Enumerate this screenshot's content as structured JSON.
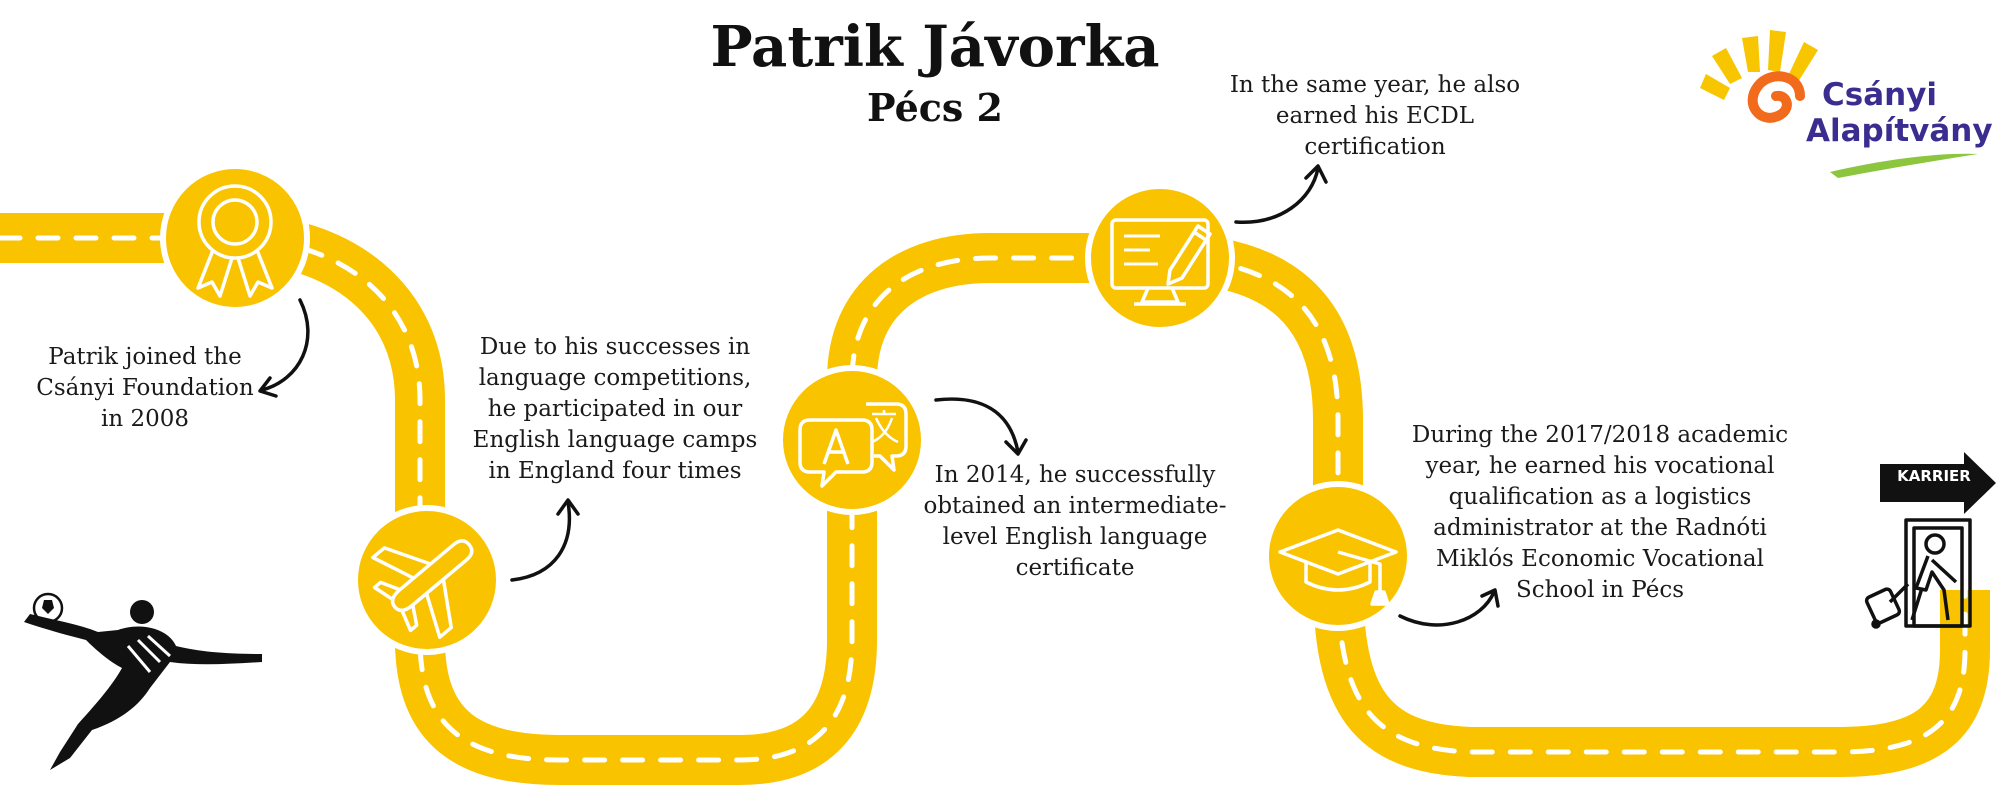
{
  "header": {
    "title": "Patrik Jávorka",
    "subtitle": "Pécs 2"
  },
  "logo": {
    "line1": "Csányi",
    "line2": "Alapítvány",
    "colors": {
      "sun": "#f7c600",
      "swirl": "#f26a1b",
      "text": "#3b2d8f",
      "swoosh": "#8cc63f"
    }
  },
  "colors": {
    "road": "#f9c300",
    "dash": "#ffffff",
    "ink": "#111111"
  },
  "milestones": [
    {
      "icon": "ribbon-award-icon",
      "text": "Patrik joined the\nCsányi Foundation\nin 2008"
    },
    {
      "icon": "airplane-icon",
      "text": "Due to his successes in\nlanguage competitions,\nhe participated in our\nEnglish language camps\nin England four times"
    },
    {
      "icon": "translate-bubbles-icon",
      "text": "In 2014, he successfully\nobtained an intermediate-\nlevel English language\ncertificate"
    },
    {
      "icon": "computer-certificate-icon",
      "text": "In the same year, he also\nearned his ECDL\ncertification"
    },
    {
      "icon": "graduation-cap-icon",
      "text": "During the 2017/2018 academic\nyear, he earned his vocational\nqualification as a logistics\nadministrator at the Radnóti\nMiklós Economic Vocational\nSchool in Pécs"
    }
  ],
  "karrier": {
    "label": "KARRIER",
    "icon": "exit-door-traveler-icon"
  },
  "decoration": {
    "icon": "soccer-player-icon"
  }
}
